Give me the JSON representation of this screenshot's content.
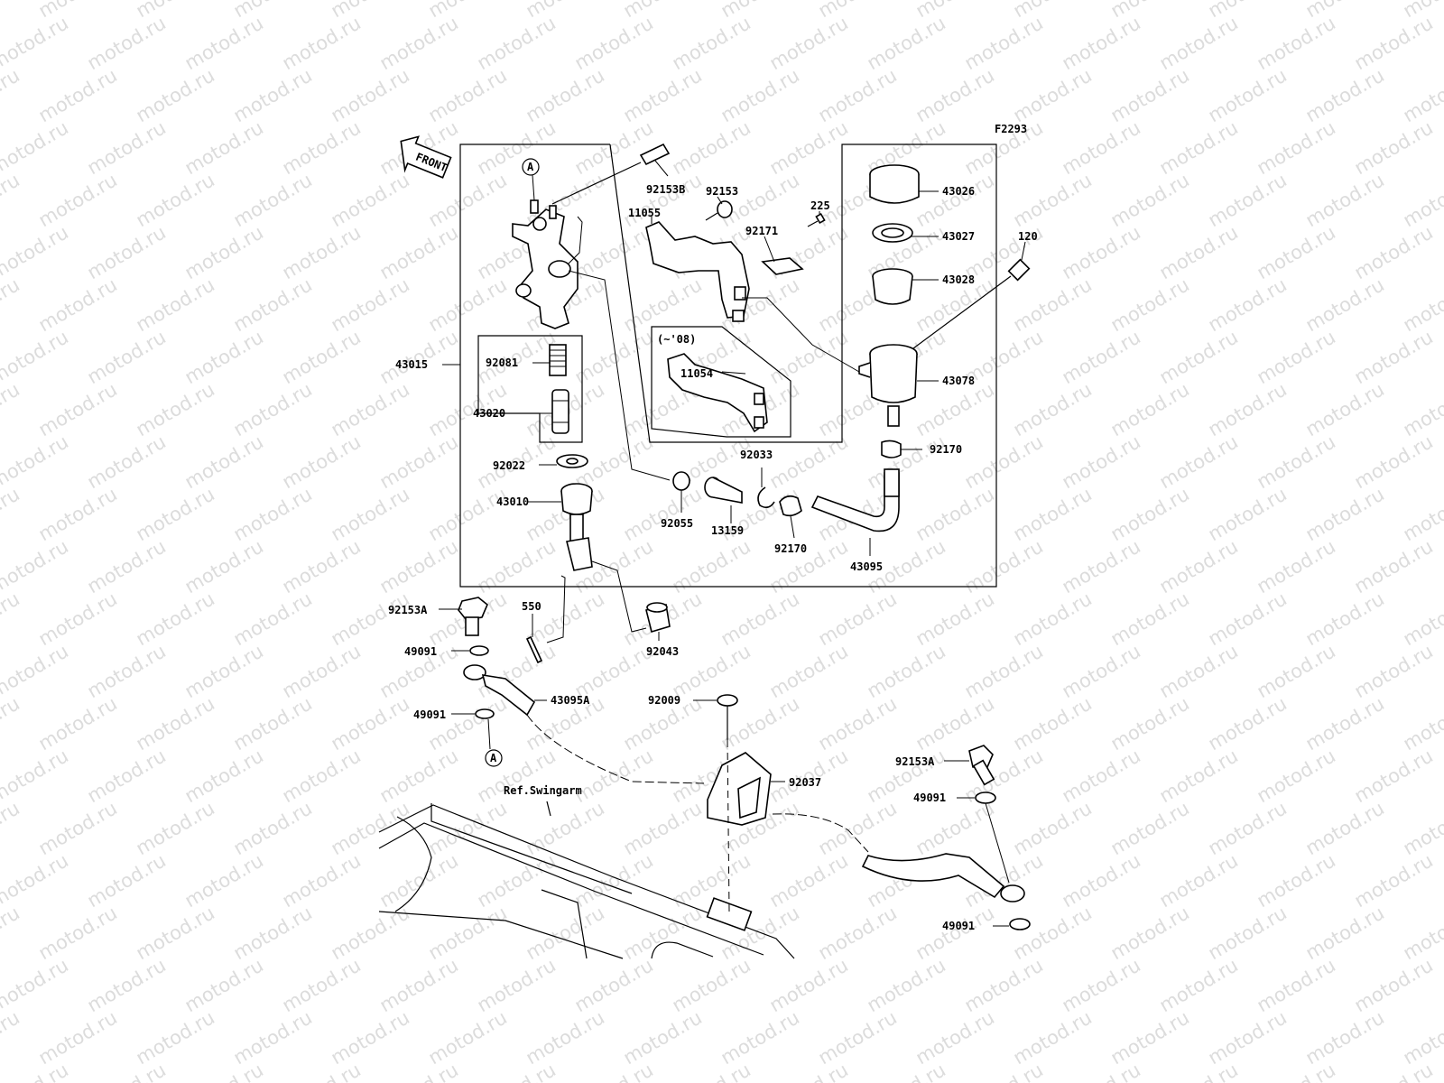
{
  "diagram": {
    "figure_code": "F2293",
    "watermark": "motod.ru",
    "front_label": "FRONT",
    "variant_note": "(~'08)",
    "ref_label": "Ref.Swingarm",
    "ref_marker": "A"
  },
  "parts": {
    "p43015": "43015",
    "p92153B": "92153B",
    "p92153": "92153",
    "p11055": "11055",
    "p92171": "92171",
    "p225": "225",
    "p43026": "43026",
    "p43027": "43027",
    "p43028": "43028",
    "p120": "120",
    "p43078": "43078",
    "p11054": "11054",
    "p92081": "92081",
    "p43020": "43020",
    "p92022": "92022",
    "p43010": "43010",
    "p92055": "92055",
    "p13159": "13159",
    "p92033": "92033",
    "p92170a": "92170",
    "p92170b": "92170",
    "p43095": "43095",
    "p92153A_1": "92153A",
    "p550": "550",
    "p49091_1": "49091",
    "p43095A": "43095A",
    "p49091_2": "49091",
    "p92043": "92043",
    "p92009": "92009",
    "p92037": "92037",
    "p92153A_2": "92153A",
    "p49091_3": "49091",
    "p49091_4": "49091"
  }
}
